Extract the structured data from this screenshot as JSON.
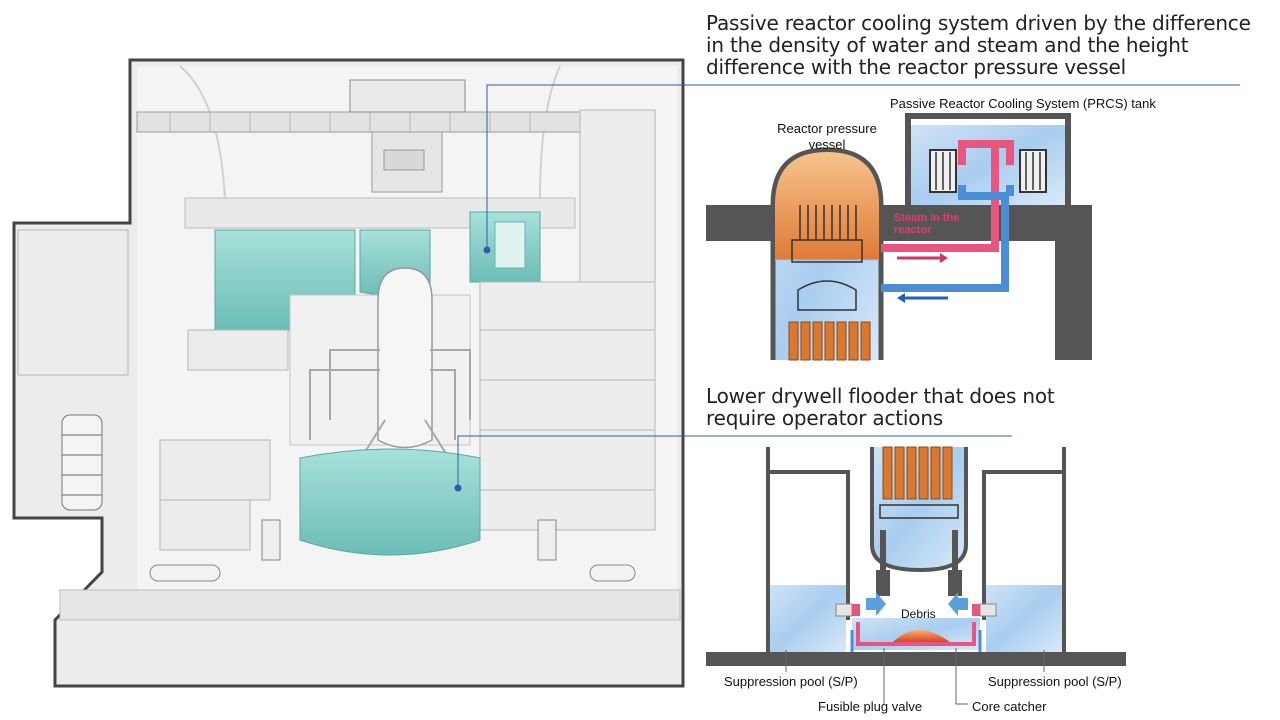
{
  "headings": {
    "prcs": "Passive reactor cooling system driven by the difference in the density of water and steam and the height difference with the reactor pressure vessel",
    "flooder": "Lower drywell flooder that does not require operator actions"
  },
  "labels": {
    "prcs_tank": "Passive Reactor Cooling System (PRCS) tank",
    "rpv": "Reactor pressure vessel",
    "steam": "Steam in the reactor",
    "debris": "Debris",
    "sp_left": "Suppression pool (S/P)",
    "sp_right": "Suppression pool (S/P)",
    "fusible": "Fusible plug valve",
    "core_catcher": "Core catcher"
  },
  "colors": {
    "steam": "#e53b6c",
    "water_pipe": "#4a8fd6",
    "pool": "#7fc7c2",
    "water": "#bcd9f2",
    "core": "#d9782e",
    "structure": "#555555"
  }
}
